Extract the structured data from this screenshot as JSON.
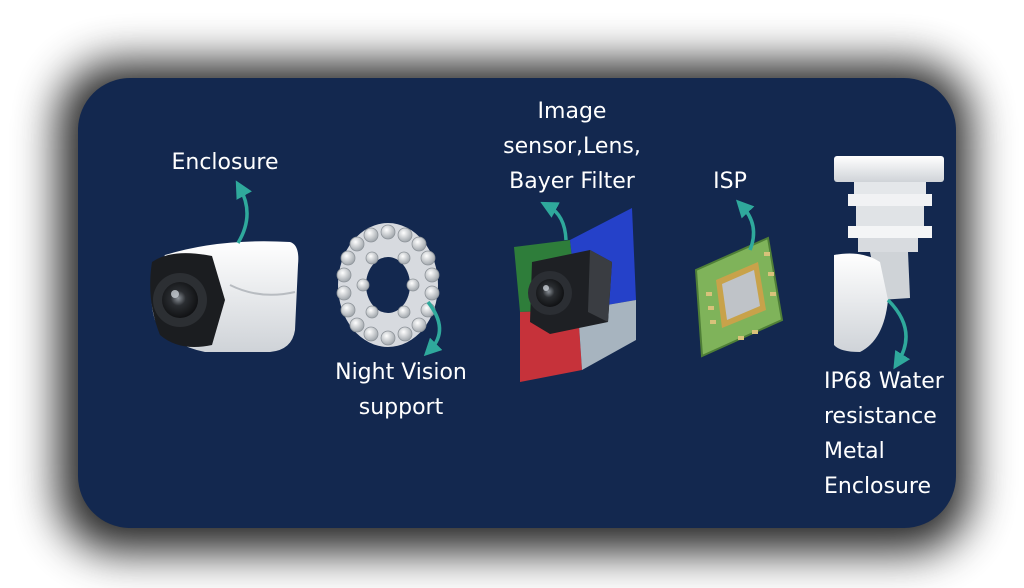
{
  "colors": {
    "card_background": "#13284f",
    "arrow": "#2fa99c",
    "text": "#ffffff"
  },
  "components": [
    {
      "id": "enclosure",
      "label_lines": [
        "Enclosure"
      ],
      "icon": "bullet-camera-icon"
    },
    {
      "id": "night-vision",
      "label_lines": [
        "Night Vision",
        "support"
      ],
      "icon": "ir-led-ring-icon"
    },
    {
      "id": "image-sensor",
      "label_lines": [
        "Image",
        "sensor,Lens,",
        "Bayer Filter"
      ],
      "icon": "sensor-lens-bayer-icon"
    },
    {
      "id": "isp",
      "label_lines": [
        "ISP"
      ],
      "icon": "isp-chip-icon"
    },
    {
      "id": "ip68",
      "label_lines": [
        "IP68 Water",
        "resistance",
        "Metal",
        "Enclosure"
      ],
      "icon": "metal-enclosure-icon"
    }
  ]
}
